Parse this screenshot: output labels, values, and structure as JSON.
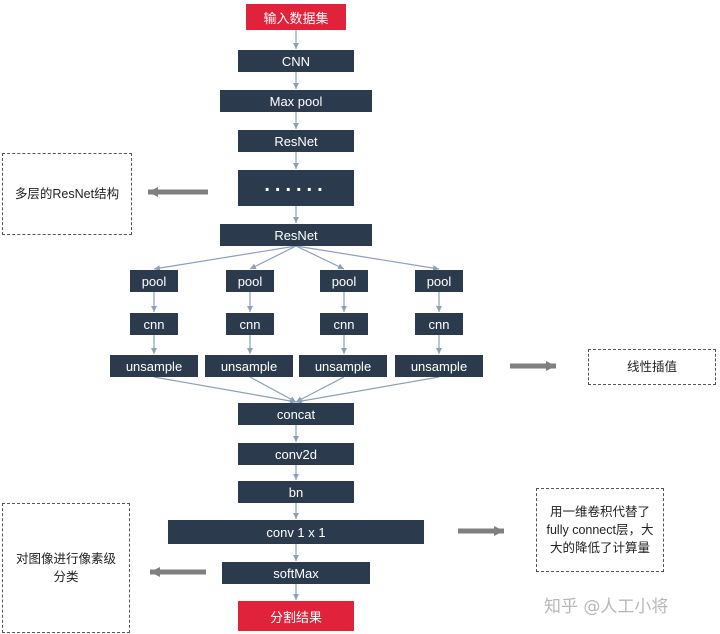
{
  "nodes": {
    "input": "输入数据集",
    "cnn": "CNN",
    "maxpool": "Max pool",
    "resnet1": "ResNet",
    "ellipsis": "......",
    "resnet2": "ResNet",
    "pool": "pool",
    "cnn_small": "cnn",
    "unsample": "unsample",
    "concat": "concat",
    "conv2d": "conv2d",
    "bn": "bn",
    "conv1x1": "conv 1 x 1",
    "softmax": "softMax",
    "output": "分割结果"
  },
  "notes": {
    "resnet_layers": "多层的ResNet结构",
    "linear_interp": "线性插值",
    "fc_replace": "用一维卷积代替了fully connect层，大大的降低了计算量",
    "pixel_class": "对图像进行像素级分类"
  },
  "watermark": "知乎 @人工小将",
  "colors": {
    "node": "#2b3a4d",
    "accent": "#e0223a",
    "arrow": "#8aa0bd",
    "side_arrow": "#7f7f7f"
  }
}
